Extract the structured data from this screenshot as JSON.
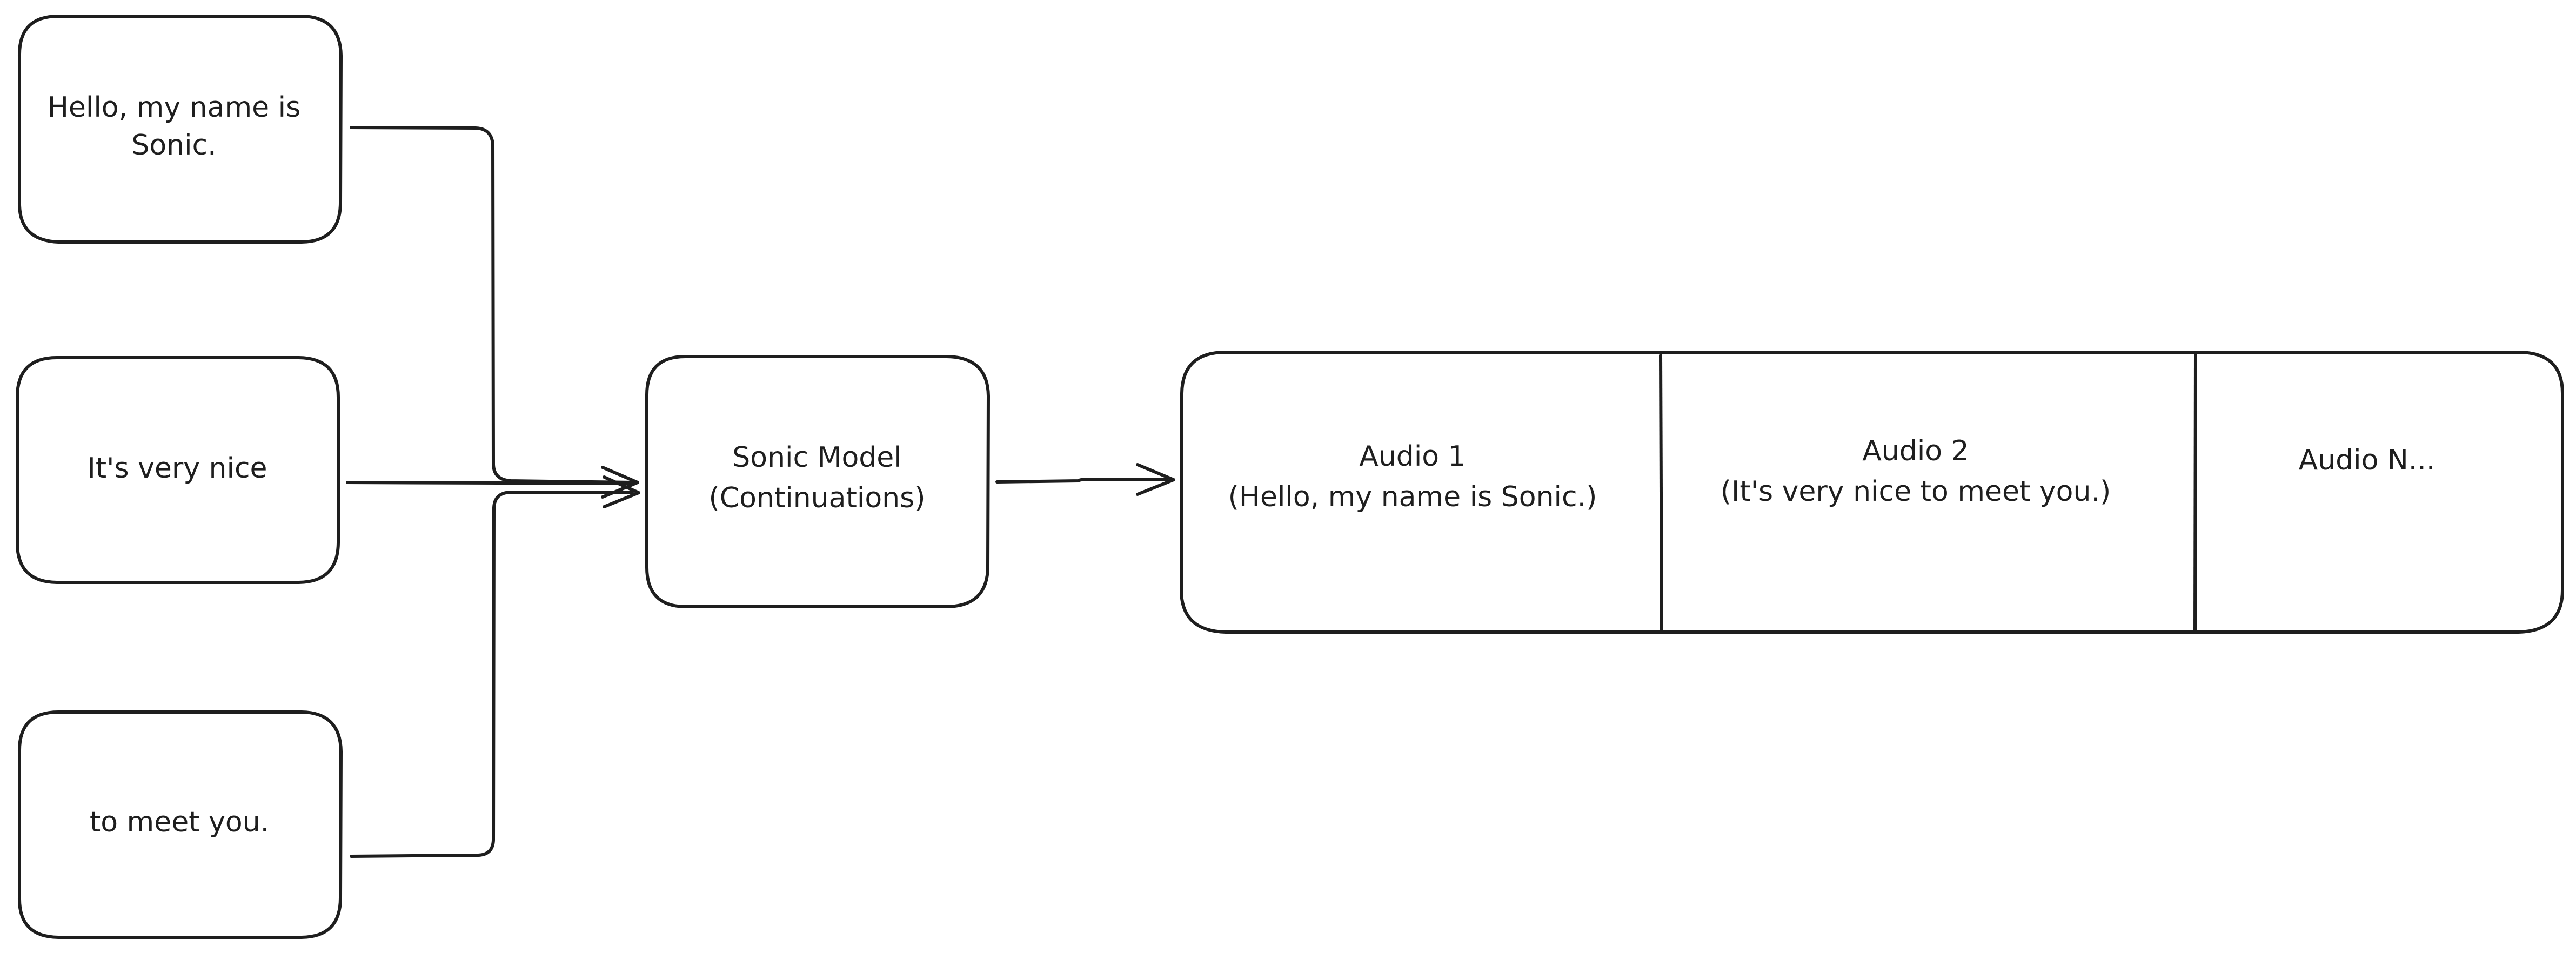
{
  "inputs": {
    "box1": {
      "line1": "Hello, my name is",
      "line2": "Sonic."
    },
    "box2": {
      "line1": "It's very nice"
    },
    "box3": {
      "line1": "to meet you."
    }
  },
  "model": {
    "line1": "Sonic Model",
    "line2": "(Continuations)"
  },
  "outputs": {
    "seg1": {
      "line1": "Audio 1",
      "line2": "(Hello, my name is Sonic.)"
    },
    "seg2": {
      "line1": "Audio 2",
      "line2": "(It's very nice to meet you.)"
    },
    "segN": {
      "line1": "Audio N..."
    }
  },
  "colors": {
    "stroke": "#1e1e1e",
    "background": "#ffffff"
  }
}
